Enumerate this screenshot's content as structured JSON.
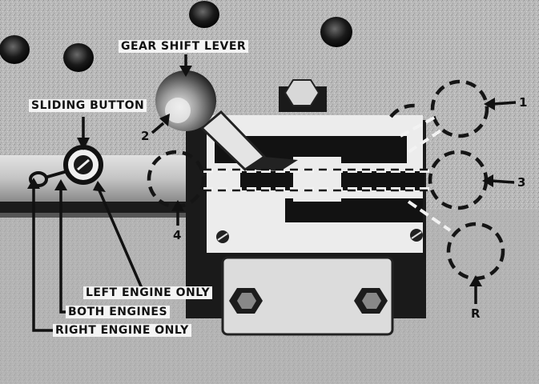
{
  "labels": {
    "gear_shift_lever": "GEAR SHIFT LEVER",
    "sliding_button": "SLIDING BUTTON",
    "left_engine_only": "LEFT ENGINE ONLY",
    "both_engines": "BOTH ENGINES",
    "right_engine_only": "RIGHT ENGINE ONLY"
  },
  "positions": {
    "p1": "1",
    "p2": "2",
    "p3": "3",
    "p4": "4",
    "reverse": "R"
  }
}
